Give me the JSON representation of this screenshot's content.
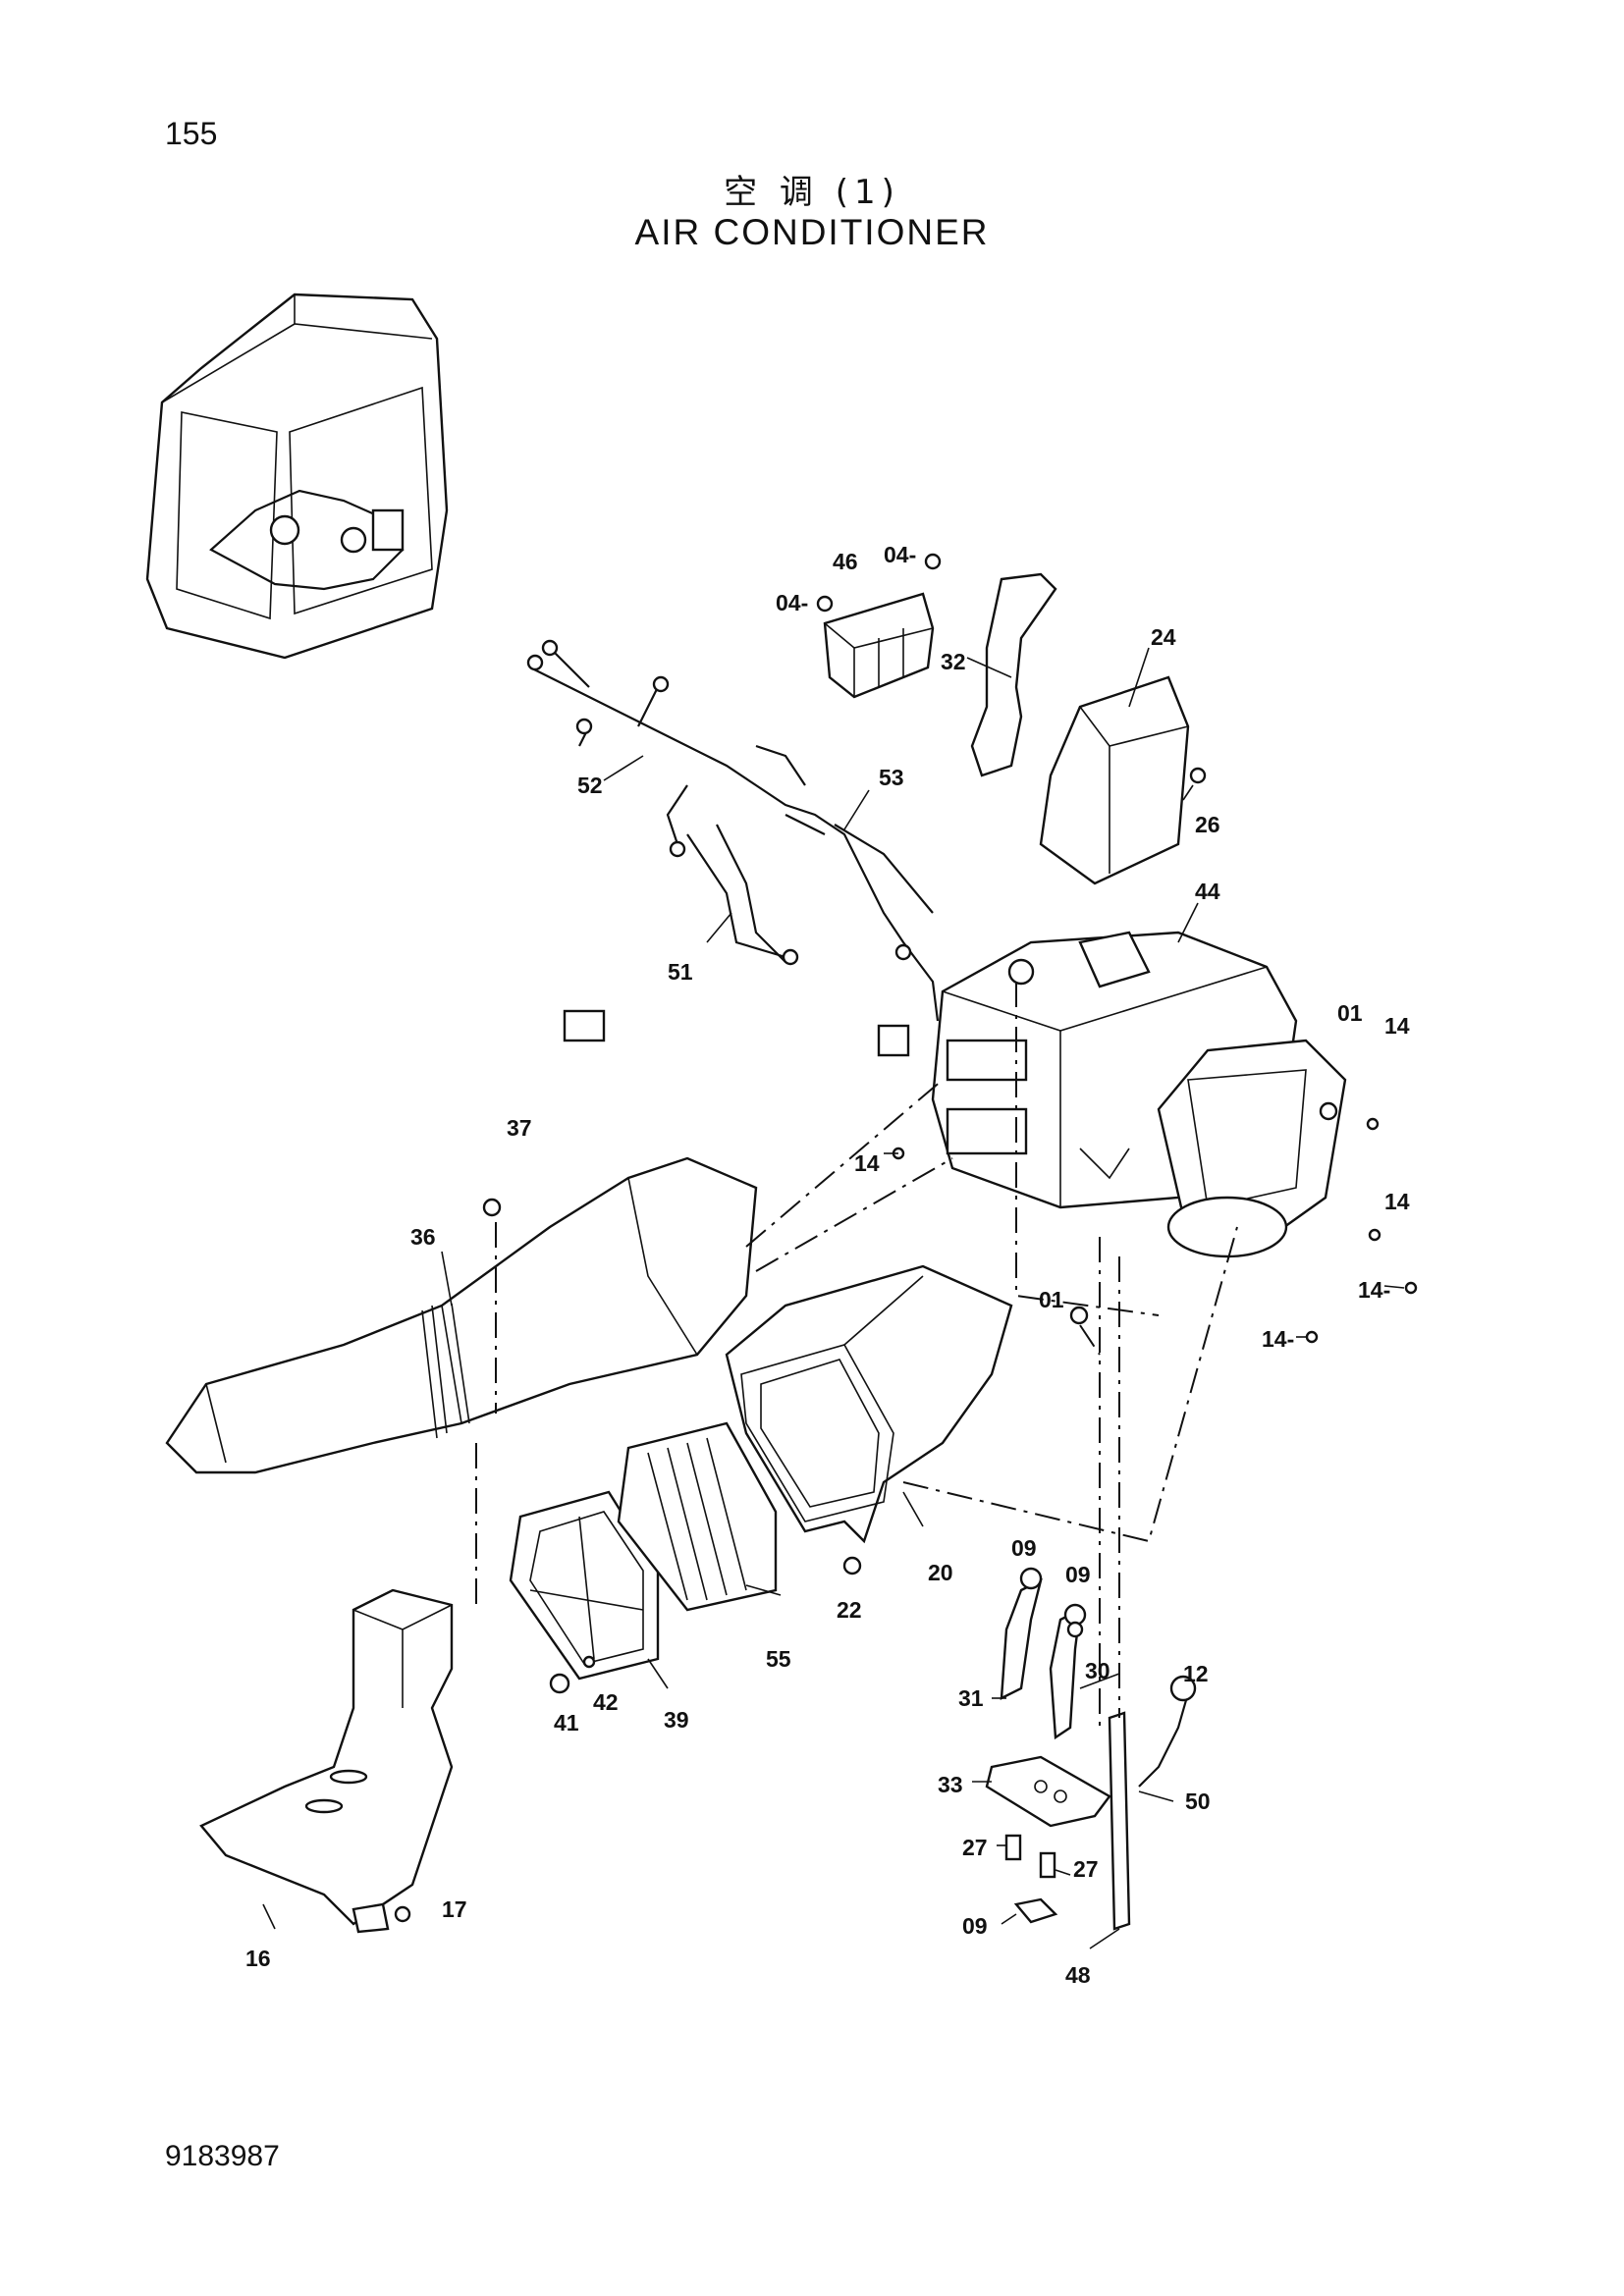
{
  "page_number": "155",
  "title_cn": "空 调 (1)",
  "title_en": "AIR CONDITIONER",
  "document_number": "9183987",
  "callouts": [
    "46",
    "04-",
    "04-",
    "32",
    "24",
    "26",
    "52",
    "53",
    "51",
    "44",
    "01",
    "14",
    "37",
    "14",
    "36",
    "14",
    "14-",
    "01",
    "14-",
    "20",
    "09",
    "09",
    "22",
    "55",
    "30",
    "31",
    "12",
    "41",
    "42",
    "39",
    "33",
    "50",
    "27",
    "27",
    "17",
    "09",
    "16",
    "48"
  ]
}
